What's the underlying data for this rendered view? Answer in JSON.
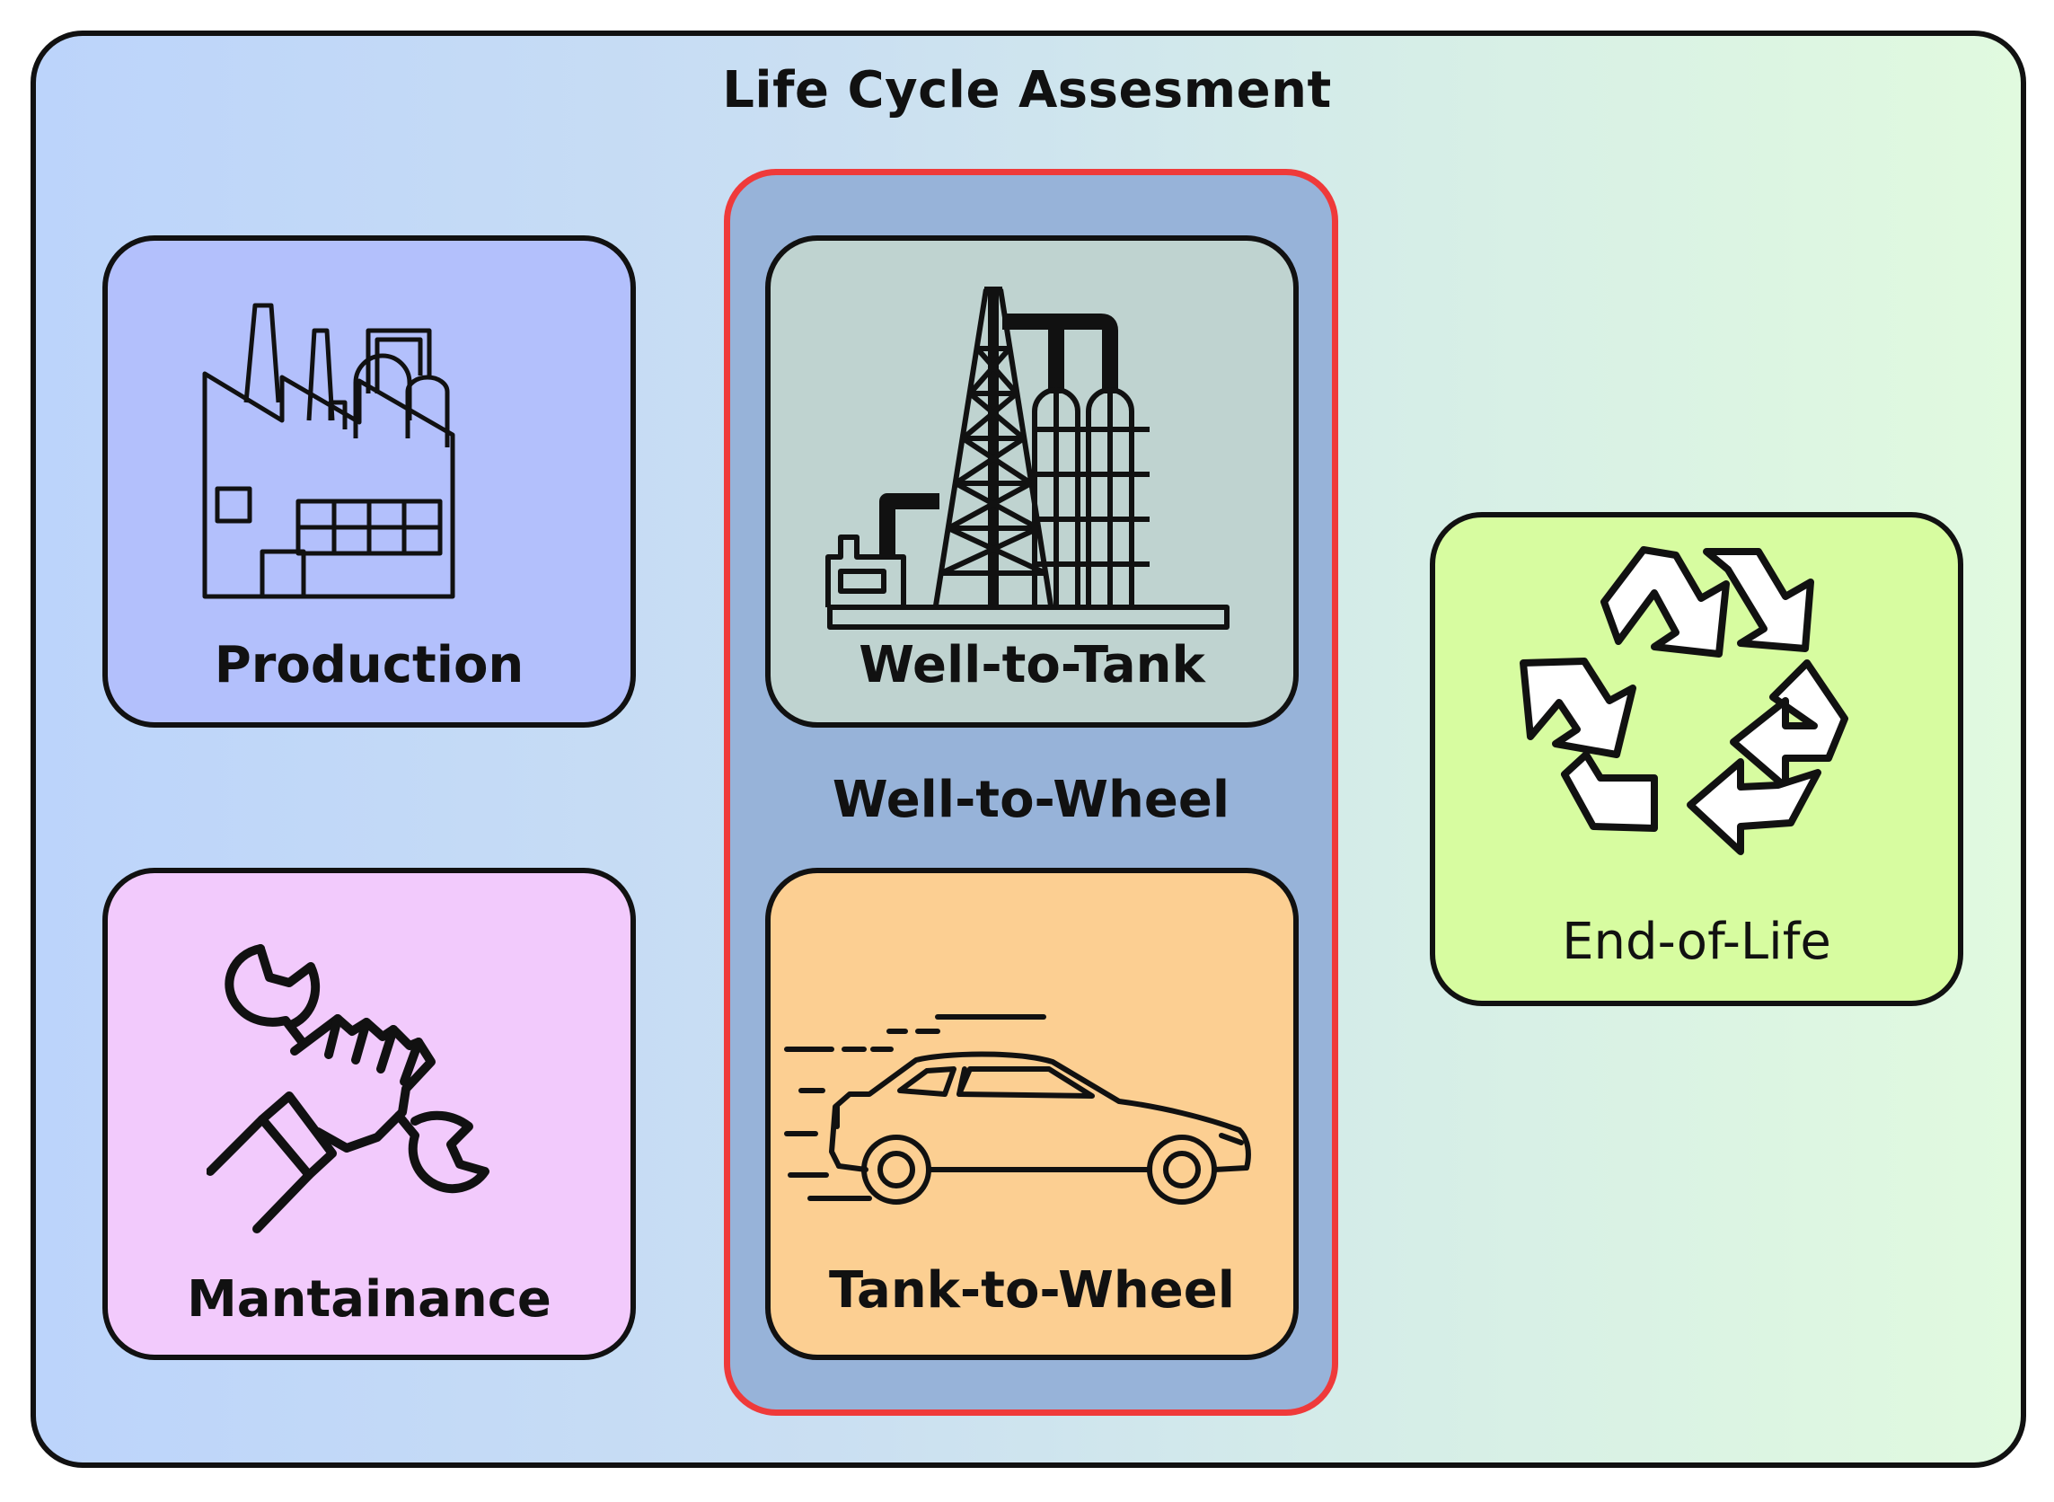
{
  "title": "Life Cycle Assesment",
  "stages": {
    "production": {
      "label": "Production",
      "color": "#b3c0fc",
      "icon": "factory-icon"
    },
    "maintenance": {
      "label": "Mantainance",
      "color": "#f2cafc",
      "icon": "wrench-hand-icon"
    },
    "well_to_tank": {
      "label": "Well-to-Tank",
      "color": "#bfd3d0",
      "icon": "oil-refinery-icon"
    },
    "tank_to_wheel": {
      "label": "Tank-to-Wheel",
      "color": "#fccf92",
      "icon": "car-icon"
    },
    "end_of_life": {
      "label": "End-of-Life",
      "color": "#d7fca0",
      "icon": "recycle-icon"
    }
  },
  "group": {
    "label": "Well-to-Wheel",
    "border_color": "#ef3a3a",
    "fill_color": "#97b3d9"
  }
}
